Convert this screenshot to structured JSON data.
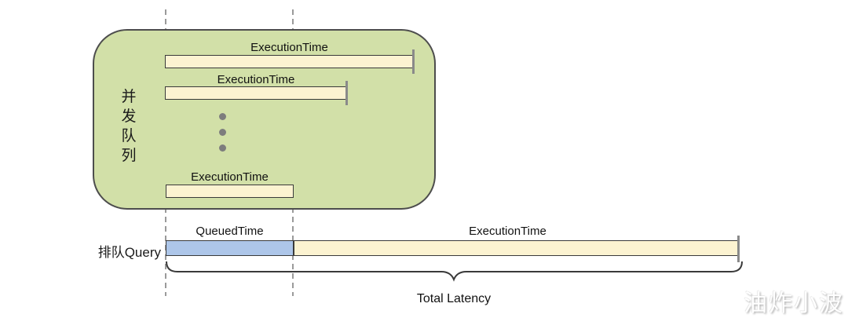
{
  "colors": {
    "queue_box_fill": "#d2e0a8",
    "queue_box_border": "#4d4d4d",
    "bar_fill": "#fcf3d1",
    "bar_border": "#3a3a3a",
    "queued_bar_fill": "#adc6e9",
    "dashed_guide": "#9a9a9a",
    "whisker_cap": "#8a8a8a",
    "dots": "#7d7d7d",
    "text": "#1a1a1a",
    "watermark_text": "#ffffff"
  },
  "queue_box": {
    "label": "并发队列",
    "label_chars": [
      "并",
      "发",
      "队",
      "列"
    ],
    "bars": [
      {
        "label": "ExecutionTime"
      },
      {
        "label": "ExecutionTime"
      },
      {
        "label": "ExecutionTime"
      }
    ]
  },
  "queued_row": {
    "label": "排队Query",
    "queued_label": "QueuedTime",
    "execution_label": "ExecutionTime"
  },
  "total_latency_label": "Total Latency",
  "watermark": "油炸小波"
}
